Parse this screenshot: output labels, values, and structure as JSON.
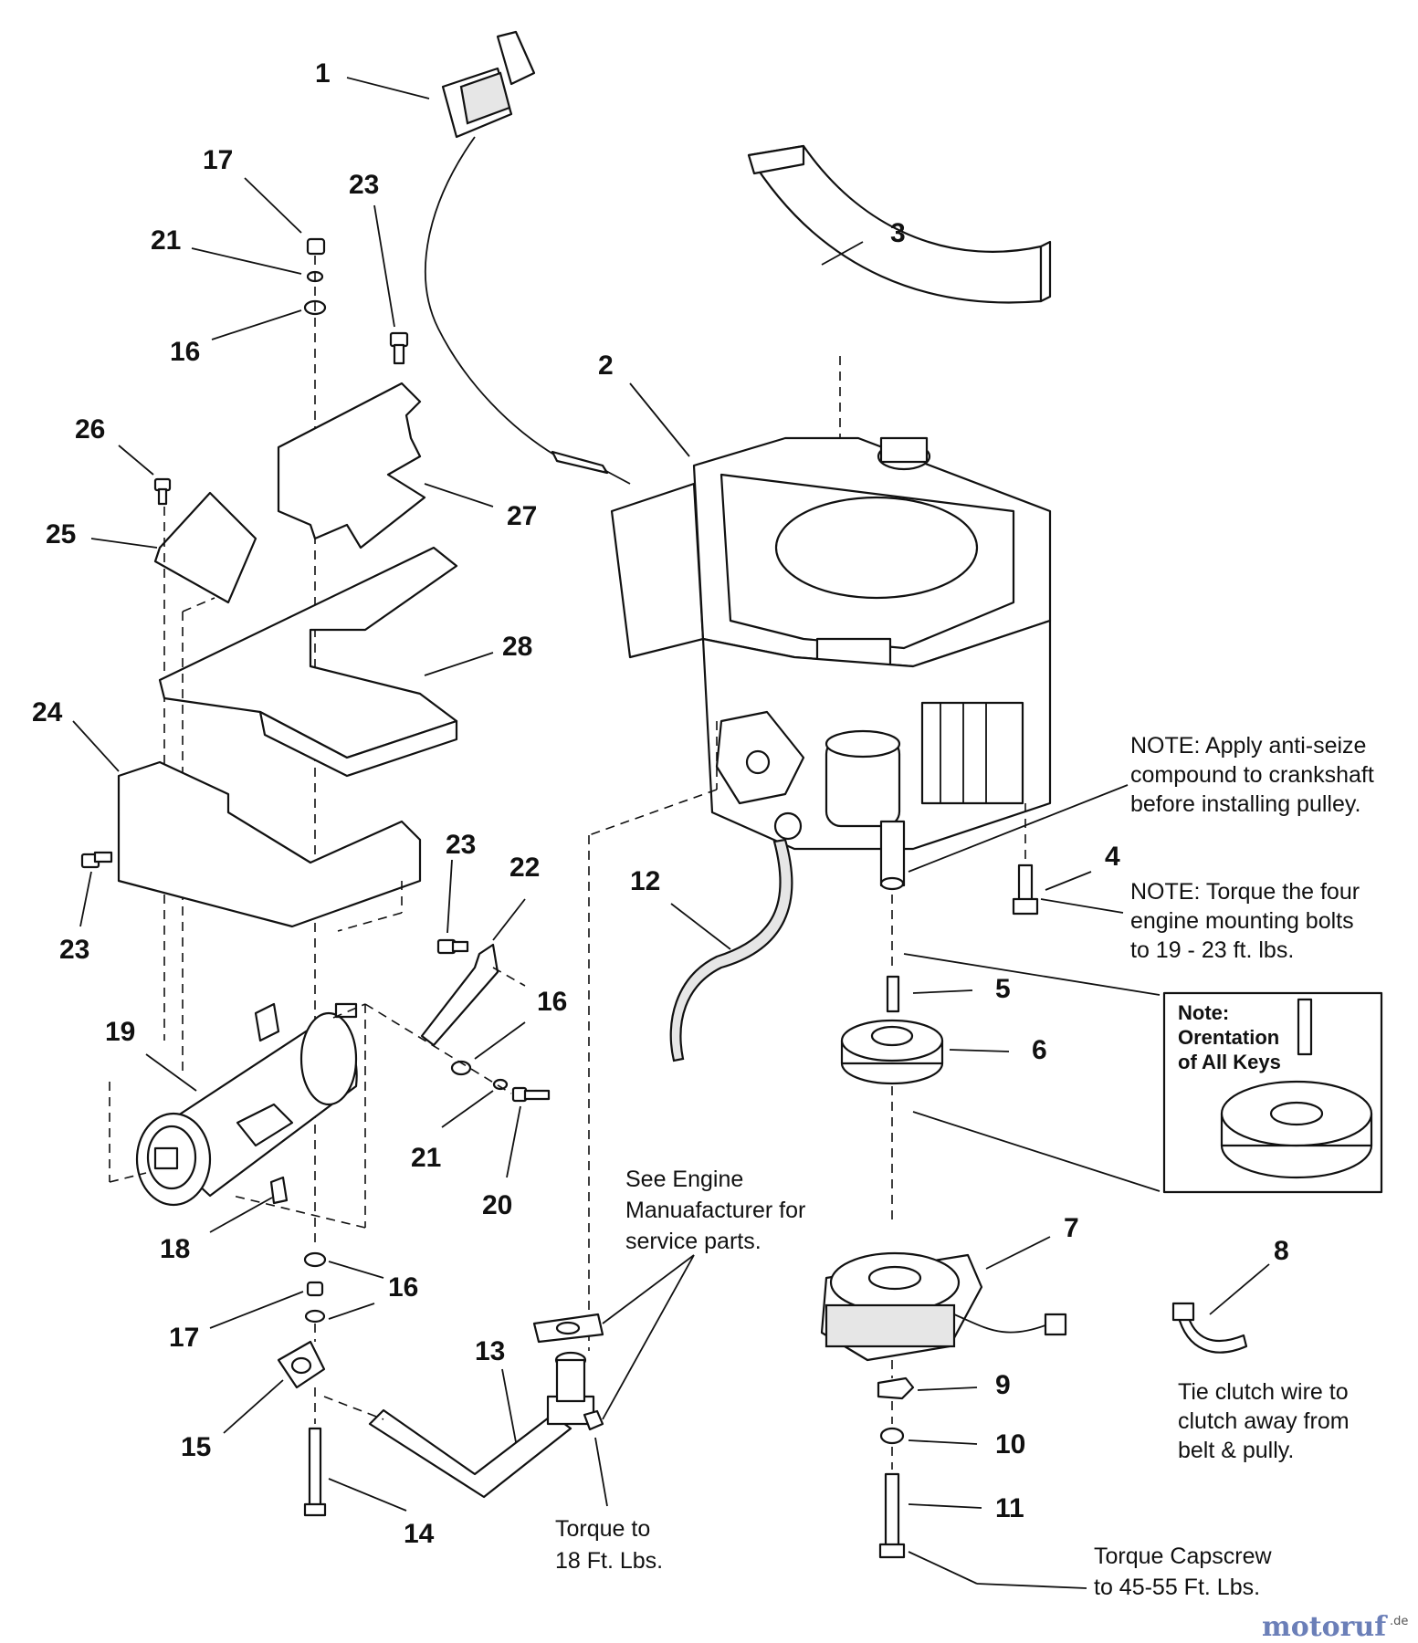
{
  "callouts": {
    "c1": "1",
    "c2": "2",
    "c3": "3",
    "c4": "4",
    "c5": "5",
    "c6": "6",
    "c7": "7",
    "c8": "8",
    "c9": "9",
    "c10": "10",
    "c11": "11",
    "c12": "12",
    "c13": "13",
    "c14": "14",
    "c15": "15",
    "c16a": "16",
    "c16b": "16",
    "c16c": "16",
    "c17a": "17",
    "c17b": "17",
    "c18": "18",
    "c19": "19",
    "c20": "20",
    "c21a": "21",
    "c21b": "21",
    "c22": "22",
    "c23a": "23",
    "c23b": "23",
    "c23c": "23",
    "c24": "24",
    "c25": "25",
    "c26": "26",
    "c27": "27",
    "c28": "28"
  },
  "notes": {
    "anti_seize": [
      "NOTE: Apply anti-seize",
      "compound to crankshaft",
      "before installing pulley."
    ],
    "torque_bolts": [
      "NOTE: Torque the four",
      "engine mounting bolts",
      "to 19 - 23 ft. lbs."
    ],
    "key_orientation": [
      "Note:",
      "Orentation",
      "of All Keys"
    ],
    "see_engine": [
      "See Engine",
      "Manuafacturer for",
      "service parts."
    ],
    "tie_clutch": [
      "Tie clutch wire to",
      "clutch away from",
      "belt & pully."
    ],
    "torque_18": [
      "Torque to",
      "18 Ft. Lbs."
    ],
    "torque_capscrew": [
      "Torque Capscrew",
      "to 45-55 Ft. Lbs."
    ]
  },
  "watermark": {
    "brand": "motoruf",
    "suffix": ".de"
  }
}
